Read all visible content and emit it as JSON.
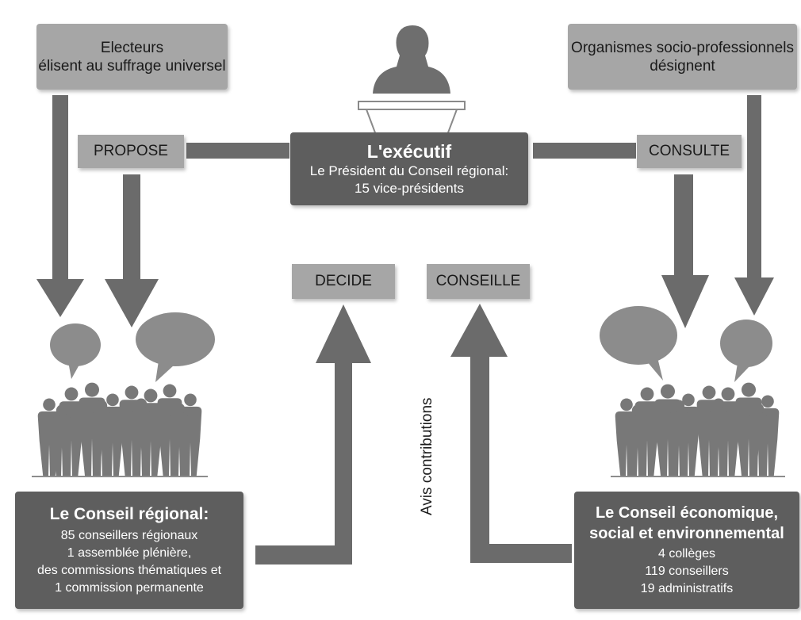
{
  "colors": {
    "arrow": "#6b6b6b",
    "light_box": "#a6a6a6",
    "dark_box": "#5e5e5e",
    "silhouette": "#787878",
    "bubble": "#8c8c8c"
  },
  "electeurs": {
    "line1": "Electeurs",
    "line2": "élisent au suffrage universel"
  },
  "organismes": {
    "line1": "Organismes socio-professionnels",
    "line2": "désignent"
  },
  "executif": {
    "title": "L'exécutif",
    "line1": "Le Président du Conseil régional:",
    "line2": "15 vice-présidents"
  },
  "labels": {
    "propose": "PROPOSE",
    "consulte": "CONSULTE",
    "decide": "DECIDE",
    "conseille": "CONSEILLE",
    "avis": "Avis contributions"
  },
  "conseil_regional": {
    "title": "Le Conseil régional:",
    "lines": [
      "85 conseillers régionaux",
      "1 assemblée plénière,",
      "des commissions thématiques et",
      "1 commission permanente"
    ]
  },
  "cese": {
    "title1": "Le Conseil économique,",
    "title2": "social et environnemental",
    "lines": [
      "4 collèges",
      "119 conseillers",
      "19 administratifs"
    ]
  }
}
